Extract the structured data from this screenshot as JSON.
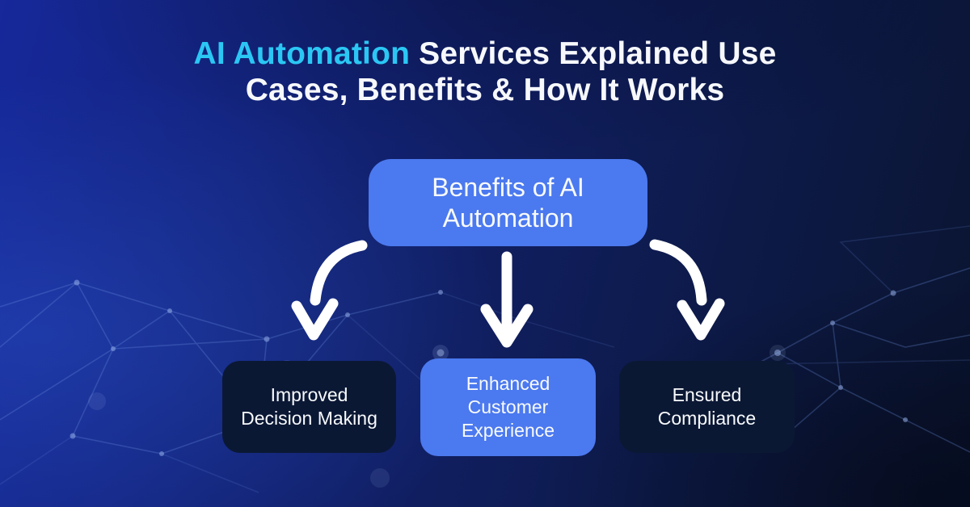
{
  "title": {
    "highlight": "AI Automation",
    "rest": " Services Explained Use Cases, Benefits & How It Works"
  },
  "diagram": {
    "root_label": "Benefits of AI Automation",
    "children": [
      {
        "label": "Improved Decision Making",
        "variant": "dark"
      },
      {
        "label": "Enhanced Customer Experience",
        "variant": "blue"
      },
      {
        "label": "Ensured Compliance",
        "variant": "dark"
      }
    ]
  },
  "colors": {
    "accent_cyan": "#2bc7f4",
    "node_blue": "#4b79ef",
    "node_dark": "#0b1834",
    "arrow_white": "#ffffff",
    "title_white": "#f6f8fc",
    "bg_royal_blue": "#15289a",
    "bg_deep_navy": "#0a142f",
    "plexus_line": "#6f93e2"
  }
}
